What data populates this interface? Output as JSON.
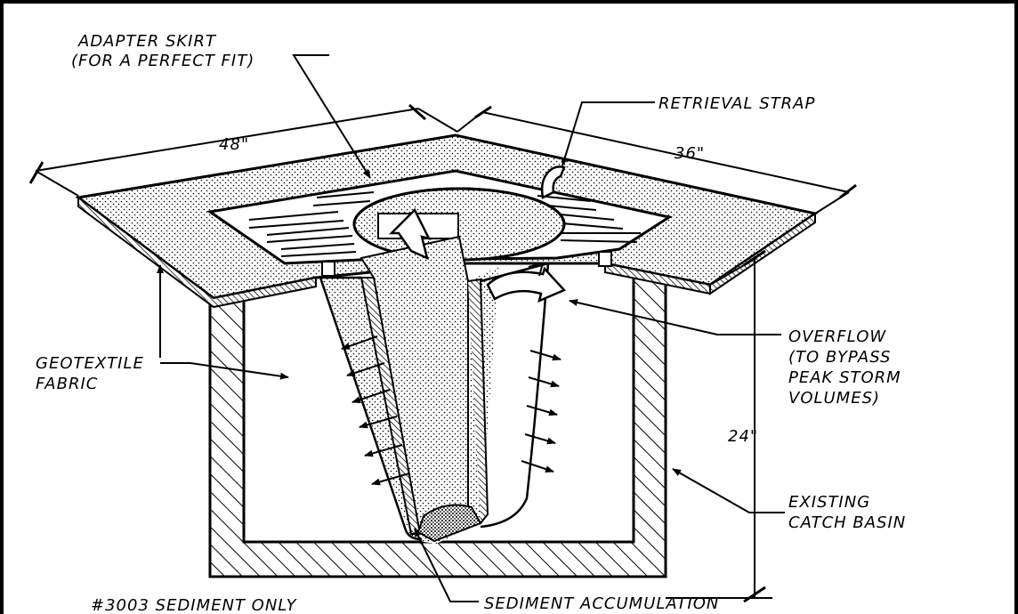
{
  "labels": {
    "adapter_skirt_1": "ADAPTER SKIRT",
    "adapter_skirt_2": "(FOR A PERFECT FIT)",
    "retrieval_strap": "RETRIEVAL STRAP",
    "dim_48": "48\"",
    "dim_36": "36\"",
    "dim_24": "24\"",
    "geotextile_1": "GEOTEXTILE",
    "geotextile_2": "FABRIC",
    "overflow_1": "OVERFLOW",
    "overflow_2": "(TO BYPASS",
    "overflow_3": "PEAK STORM",
    "overflow_4": "VOLUMES)",
    "existing_1": "EXISTING",
    "existing_2": "CATCH BASIN",
    "sediment_accumulation": "SEDIMENT ACCUMULATION",
    "model": "#3003 SEDIMENT ONLY"
  }
}
